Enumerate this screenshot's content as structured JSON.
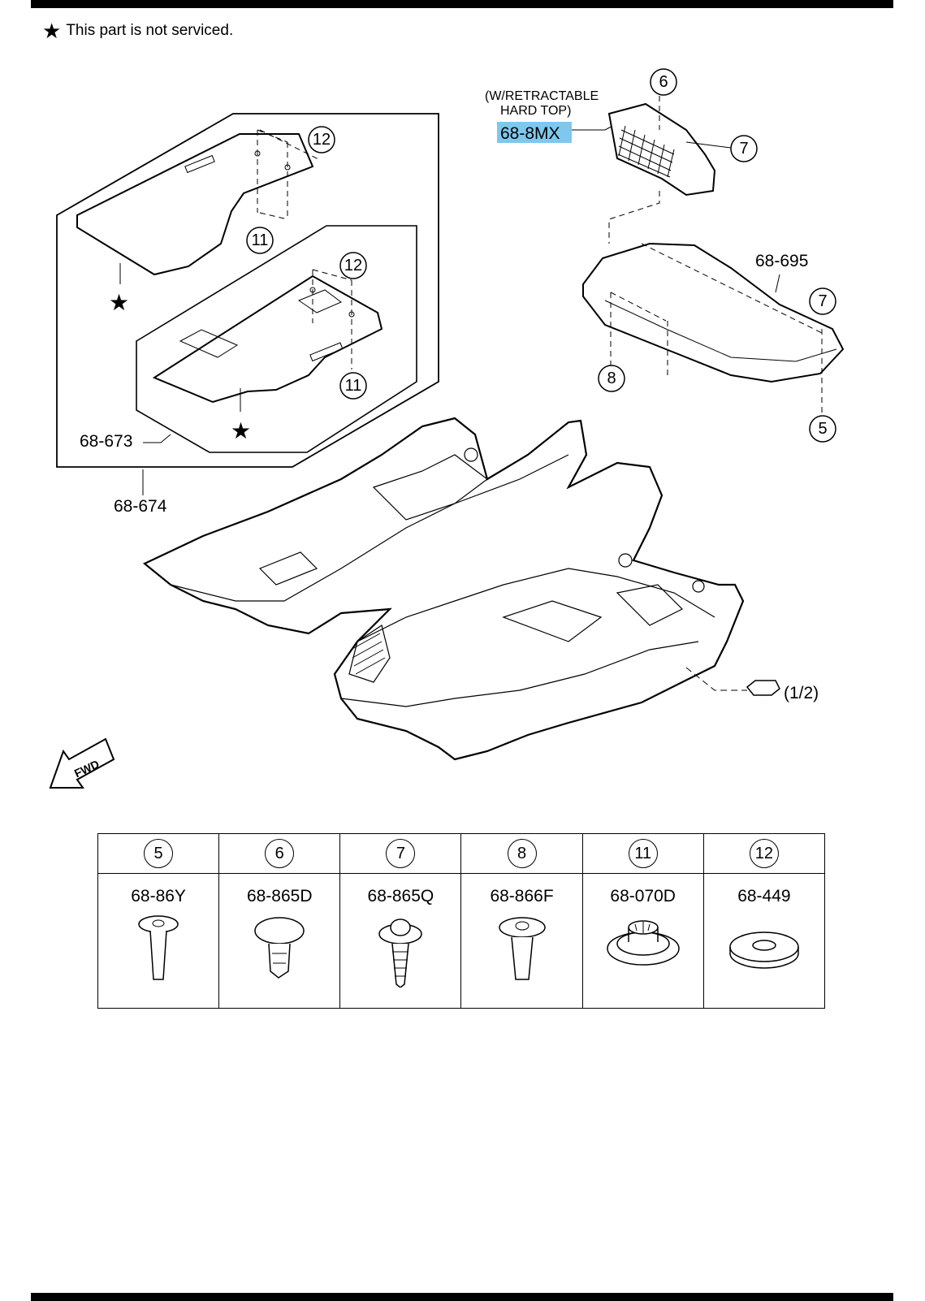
{
  "note": {
    "star": "★",
    "text": "This part is not serviced."
  },
  "diagram": {
    "retractable_line1": "(W/RETRACTABLE",
    "retractable_line2": "HARD TOP)",
    "highlighted_part": "68-8MX",
    "labels": {
      "p68_695": "68-695",
      "p68_673": "68-673",
      "p68_674": "68-674",
      "ref_page": "(1/2)",
      "fwd": "FWD"
    },
    "callouts": {
      "c6": "6",
      "c7a": "7",
      "c7b": "7",
      "c5": "5",
      "c8": "8",
      "c12a": "12",
      "c11a": "11",
      "c12b": "12",
      "c11b": "11"
    },
    "stars": {
      "s1": "★",
      "s2": "★"
    },
    "highlight_color": "#7ec8ee"
  },
  "parts_table": {
    "columns": [
      {
        "ref": "5",
        "part": "68-86Y",
        "icon": "push-pin-clip"
      },
      {
        "ref": "6",
        "part": "68-865D",
        "icon": "mushroom-clip"
      },
      {
        "ref": "7",
        "part": "68-865Q",
        "icon": "christmas-tree-clip"
      },
      {
        "ref": "8",
        "part": "68-866F",
        "icon": "push-pin-clip"
      },
      {
        "ref": "11",
        "part": "68-070D",
        "icon": "grommet-fastener"
      },
      {
        "ref": "12",
        "part": "68-449",
        "icon": "washer"
      }
    ]
  }
}
